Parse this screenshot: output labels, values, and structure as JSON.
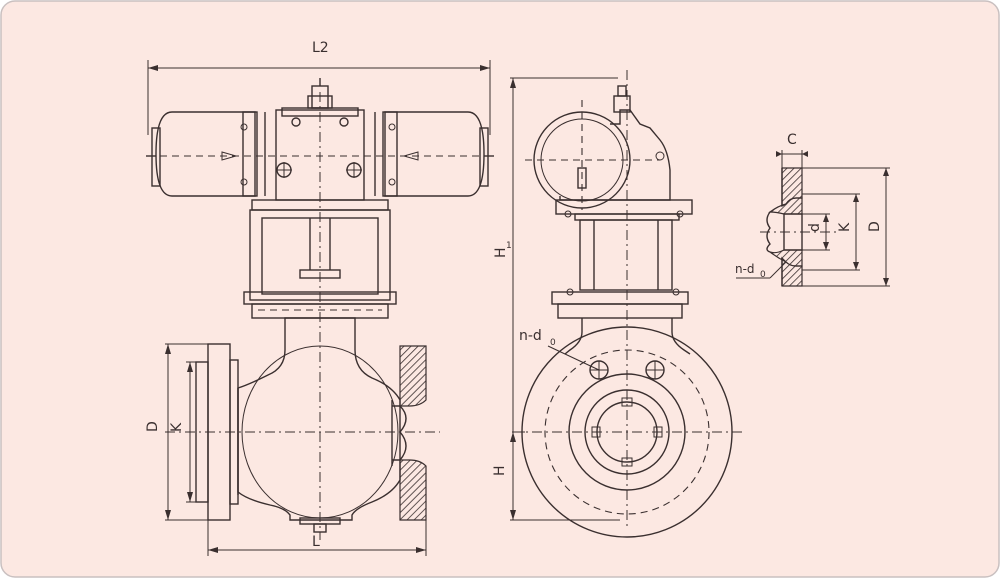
{
  "colors": {
    "background": "#fce8e2",
    "border": "#c9c0c0",
    "ink": "#3a2f2f"
  },
  "labels": {
    "L2": "L2",
    "L": "L",
    "D_front": "D",
    "K_front": "K",
    "H1": "H",
    "H1_sub": "1",
    "H": "H",
    "n_d0_side": "n-d",
    "n_d0_side_sub": "0",
    "C": "C",
    "d_detail": "d",
    "K_detail": "K",
    "D_detail": "D",
    "n_d0_detail": "n-d",
    "n_d0_detail_sub": "0"
  }
}
